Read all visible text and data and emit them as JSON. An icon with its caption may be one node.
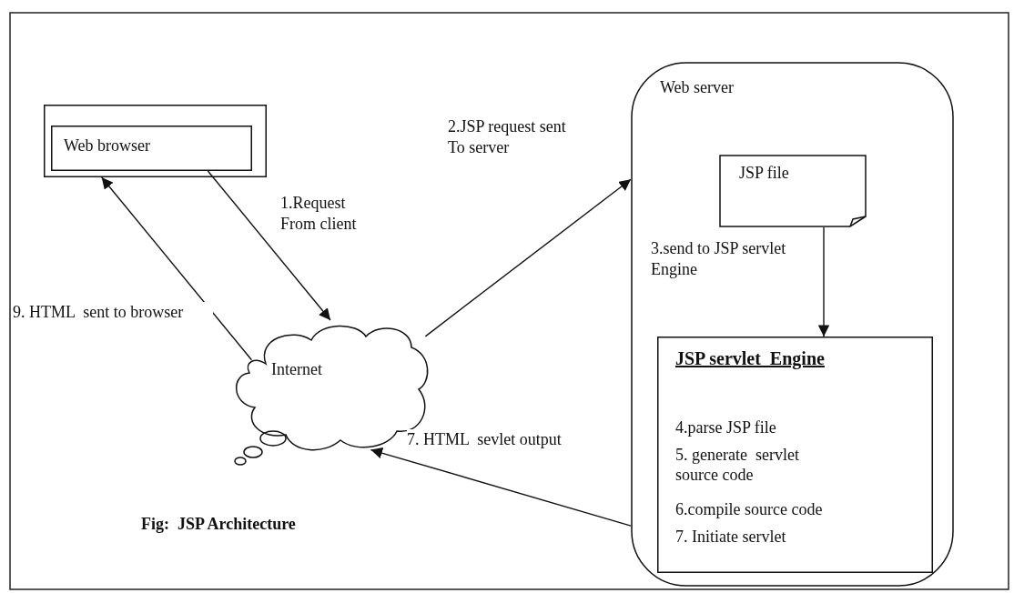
{
  "diagram": {
    "caption": "Fig:  JSP Architecture",
    "nodes": [
      {
        "text": [],
        "shape": "box"
      },
      {
        "text": [
          "Web browser"
        ],
        "in": 0
      },
      {
        "text": [
          "Internet"
        ]
      },
      {
        "text": [
          "Web server"
        ]
      },
      {
        "text": [
          "JSP file"
        ],
        "in": 3
      },
      {
        "text": [
          "JSP servlet  Engine",
          "4.parse JSP file",
          "5. generate  servlet source code",
          "6.compile source code",
          "7. Initiate servlet"
        ],
        "in": 3
      }
    ],
    "edges": [
      {
        "from": 1,
        "to": 2,
        "arrow": "to",
        "label": "1.Request From client"
      },
      {
        "from": 2,
        "to": 3,
        "arrow": "to",
        "label": "2.JSP request sent To server"
      },
      {
        "from": 4,
        "to": 5,
        "arrow": "to",
        "label": "3.send to JSP servlet Engine"
      },
      {
        "from": 3,
        "to": 2,
        "arrow": "to",
        "label": "7. HTML  sevlet output"
      },
      {
        "from": 2,
        "to": 0,
        "arrow": "to",
        "label": "9. HTML  sent to browser"
      }
    ]
  }
}
